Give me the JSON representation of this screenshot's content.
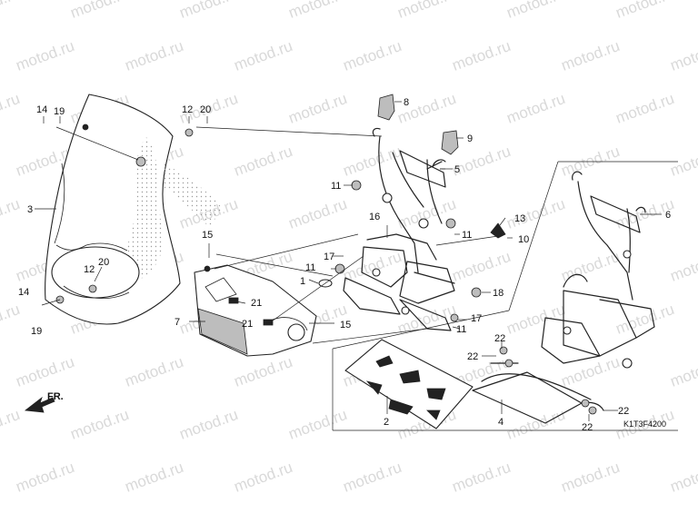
{
  "diagram": {
    "watermark_text": "motod.ru",
    "diagram_code": "K1T3F4200",
    "direction_label": "FR.",
    "callouts": {
      "c1": "1",
      "c2": "2",
      "c3": "3",
      "c4": "4",
      "c5": "5",
      "c6": "6",
      "c7": "7",
      "c8": "8",
      "c9": "9",
      "c10": "10",
      "c11a": "11",
      "c11b": "11",
      "c11c": "11",
      "c11d": "11",
      "c12a": "12",
      "c12b": "12",
      "c13": "13",
      "c14a": "14",
      "c14b": "14",
      "c15a": "15",
      "c15b": "15",
      "c16": "16",
      "c17a": "17",
      "c17b": "17",
      "c18": "18",
      "c19a": "19",
      "c19b": "19",
      "c20a": "20",
      "c20b": "20",
      "c21a": "21",
      "c21b": "21",
      "c22a": "22",
      "c22b": "22",
      "c22c": "22",
      "c22d": "22"
    }
  }
}
